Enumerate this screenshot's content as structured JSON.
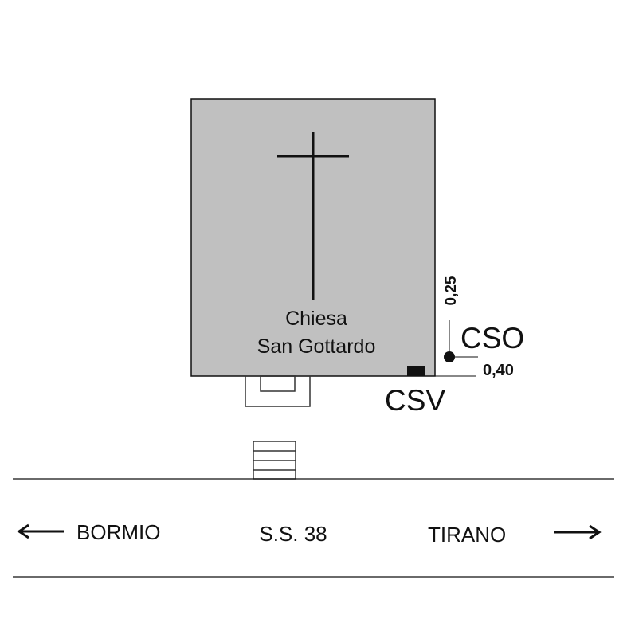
{
  "church": {
    "line1": "Chiesa",
    "line2": "San Gottardo"
  },
  "labels": {
    "cso": "CSO",
    "csv": "CSV",
    "dim_vertical": "0,25",
    "dim_horizontal": "0,40"
  },
  "road": {
    "name": "S.S. 38",
    "left_destination": "BORMIO",
    "right_destination": "TIRANO"
  },
  "colors": {
    "building_fill": "#c0c0c0",
    "ink": "#111111"
  }
}
